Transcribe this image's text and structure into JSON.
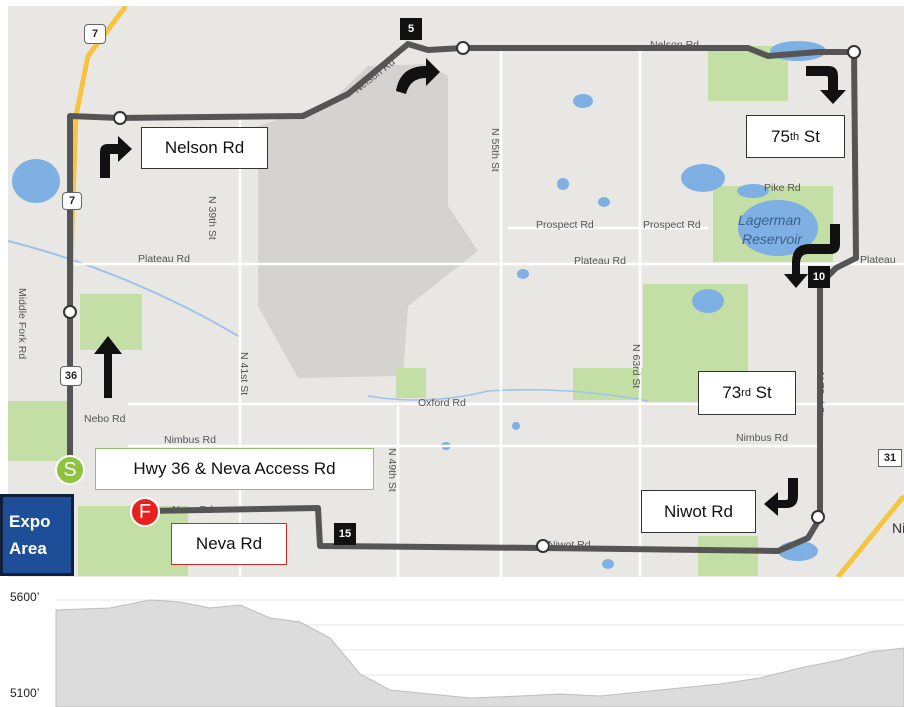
{
  "callouts": {
    "nelson_rd": "Nelson Rd",
    "st75_num": "75",
    "st75_sup": "th",
    "st75_suffix": " St",
    "st73_num": "73",
    "st73_sup": "rd",
    "st73_suffix": " St",
    "niwot_rd": "Niwot Rd",
    "start": "Hwy 36 & Neva Access Rd",
    "neva_rd": "Neva Rd"
  },
  "expo": {
    "line1": "Expo",
    "line2": "Area"
  },
  "markers": {
    "start": "S",
    "finish": "F"
  },
  "mile_markers": {
    "m5": "5",
    "m10": "10",
    "m15": "15"
  },
  "map_labels": {
    "nelson_rd_top": "Nelson Rd",
    "nelson_rd_diag": "Nelson Rd",
    "prospect_rd_1": "Prospect Rd",
    "prospect_rd_2": "Prospect Rd",
    "plateau_rd_1": "Plateau Rd",
    "plateau_rd_2": "Plateau Rd",
    "plateau_rd_3": "Plateau",
    "pike_rd": "Pike Rd",
    "lagerman": "Lagerman",
    "reservoir": "Reservoir",
    "oxford_rd": "Oxford Rd",
    "nimbus_rd_1": "Nimbus Rd",
    "nimbus_rd_2": "Nimbus Rd",
    "nebo_rd": "Nebo Rd",
    "neva_rd_map": "Neva Rd",
    "niwot_rd_map": "Niwot Rd",
    "n55th": "N 55th St",
    "n39th": "N 39th St",
    "n41st": "N 41st St",
    "n49th": "N 49th St",
    "n63rd": "N 63rd St",
    "n73rd": "N 73rd St",
    "middle_fork": "Middle Fork Rd",
    "route7_a": "7",
    "route7_b": "7",
    "route36": "36",
    "route31": "31",
    "ni_edge": "Ni"
  },
  "elevation": {
    "top": "5600’",
    "bottom": "5100’"
  },
  "colors": {
    "map_bg": "#e9e7e3",
    "park": "#c4dfa6",
    "water": "#7fb0e3",
    "route": "#555555",
    "start_marker": "#8cc43f",
    "finish_marker": "#e8211e",
    "expo": "#1f4e99",
    "highway": "#f5c542"
  }
}
